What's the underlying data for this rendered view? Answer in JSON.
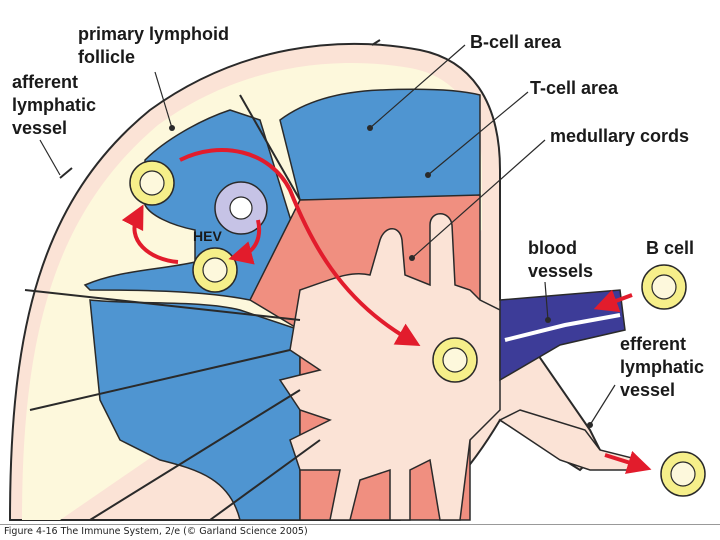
{
  "labels": {
    "primary_follicle_1": "primary lymphoid",
    "primary_follicle_2": "follicle",
    "afferent_1": "afferent",
    "afferent_2": "lymphatic",
    "afferent_3": "vessel",
    "b_cell_area": "B-cell area",
    "t_cell_area": "T-cell area",
    "medullary_cords": "medullary cords",
    "blood_1": "blood",
    "blood_2": "vessels",
    "b_cell": "B cell",
    "efferent_1": "efferent",
    "efferent_2": "lymphatic",
    "efferent_3": "vessel",
    "hev": "HEV"
  },
  "caption": "Figure 4-16  The Immune System, 2/e (© Garland Science 2005)",
  "colors": {
    "capsule": "#fbe3d6",
    "follicle": "#fdf8dc",
    "t_cell": "#4f95d1",
    "medulla": "#f08f80",
    "blood_vessel": "#3d3c98",
    "arrow": "#e21c2c",
    "cell_fill": "#f6ef8a",
    "outline": "#2a2a2a"
  }
}
